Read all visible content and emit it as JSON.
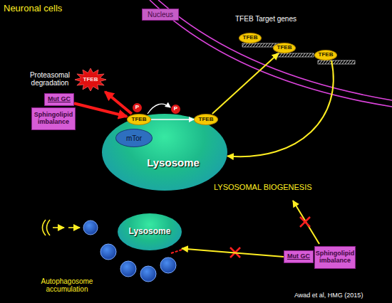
{
  "diagram": {
    "nodes": [
      {
        "text": [
          "Nucleus"
        ]
      },
      {
        "text": [
          "TFEB"
        ]
      },
      {
        "text": [
          "TFEB"
        ]
      },
      {
        "text": [
          "TFEB"
        ]
      },
      {
        "text": [
          "TFEB"
        ]
      },
      {
        "text": [
          "Mut GC"
        ]
      },
      {
        "text": [
          "Sphingolipid imbalance"
        ]
      },
      {
        "text": [
          "Lysosome"
        ]
      },
      {
        "text": [
          "mTor"
        ]
      },
      {
        "text": [
          "TFEB"
        ]
      },
      {
        "text": [
          "P"
        ]
      },
      {
        "text": [
          "P"
        ]
      },
      {
        "text": [
          "TFEB"
        ]
      },
      {
        "text": [
          "Lysosome"
        ]
      },
      {
        "text": [
          "Mut GC"
        ]
      },
      {
        "text": [
          "Sphingolipid imbalance"
        ]
      }
    ],
    "edges": [
      {
        "from": 5,
        "to": 9,
        "arrow": "to"
      },
      {
        "from": 9,
        "to": 4,
        "arrow": "to"
      },
      {
        "from": 9,
        "to": 12,
        "arrow": "to"
      },
      {
        "from": 12,
        "to": 2,
        "arrow": "to"
      },
      {
        "from": 3,
        "to": 7,
        "arrow": "to"
      },
      {
        "from": 14,
        "to": 13,
        "arrow": "to"
      }
    ],
    "labels": [
      "Neuronal cells",
      "TFEB Target genes",
      "Proteasomal degradation",
      "LYSOSOMAL BIOGENESIS",
      "Autophagosome accumulation",
      "Awad et al, HMG (2015)"
    ]
  }
}
